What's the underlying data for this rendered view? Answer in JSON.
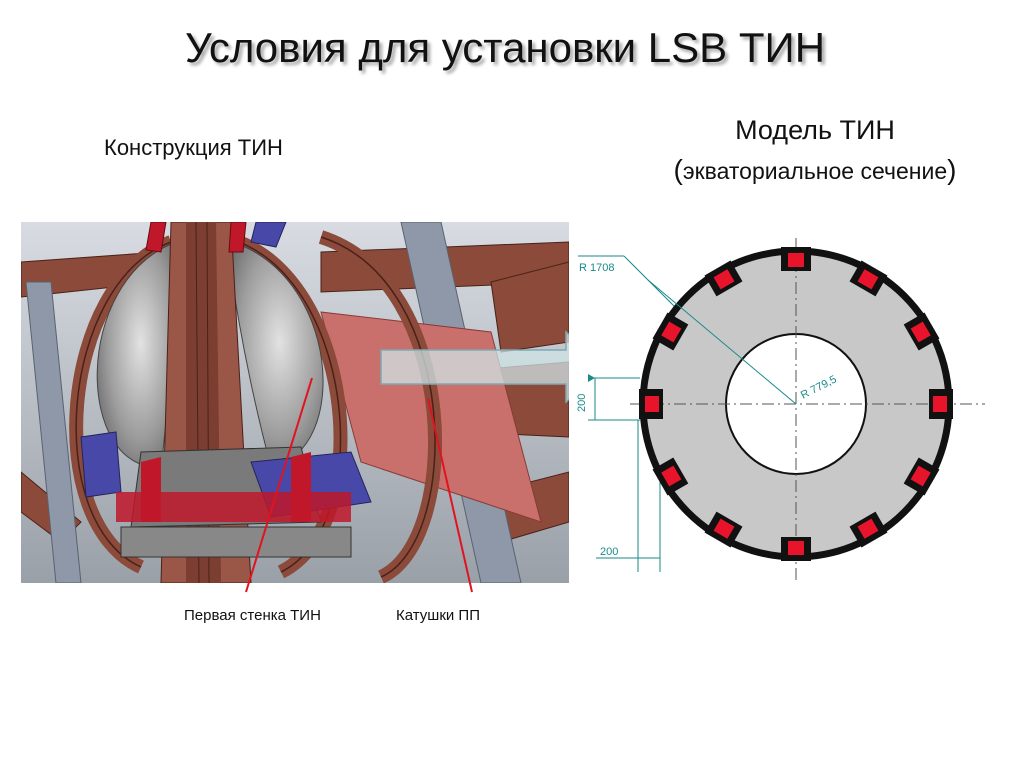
{
  "slide": {
    "title": "Условия для установки LSB ТИН",
    "left_heading": "Конструкция ТИН",
    "right_heading": "Модель ТИН",
    "right_subheading": "экваториальное сечение"
  },
  "section_drawing": {
    "outer_radius_label": "R 1708",
    "inner_radius_label": "R 779,5",
    "dimension_vertical": "200",
    "dimension_horizontal": "200",
    "coil_count": 12,
    "colors": {
      "ring_fill": "#c8c8c8",
      "ring_edge": "#111111",
      "coil_body": "#111111",
      "coil_core": "#e8142b",
      "dimension_line": "#1a8a8a"
    }
  },
  "annotations": {
    "first_wall": "Первая стенка ТИН",
    "coils": "Катушки ПП",
    "pointer_color": "#e0141e"
  },
  "photo_colors": {
    "structure_brown": "#8b4a3a",
    "wall_gray": "#a9a9a9",
    "beam_slate": "#8e98a8",
    "insulator_blue": "#4848a8",
    "conductor_red": "#c0182a",
    "arrow_fill": "#cfe3e6"
  }
}
